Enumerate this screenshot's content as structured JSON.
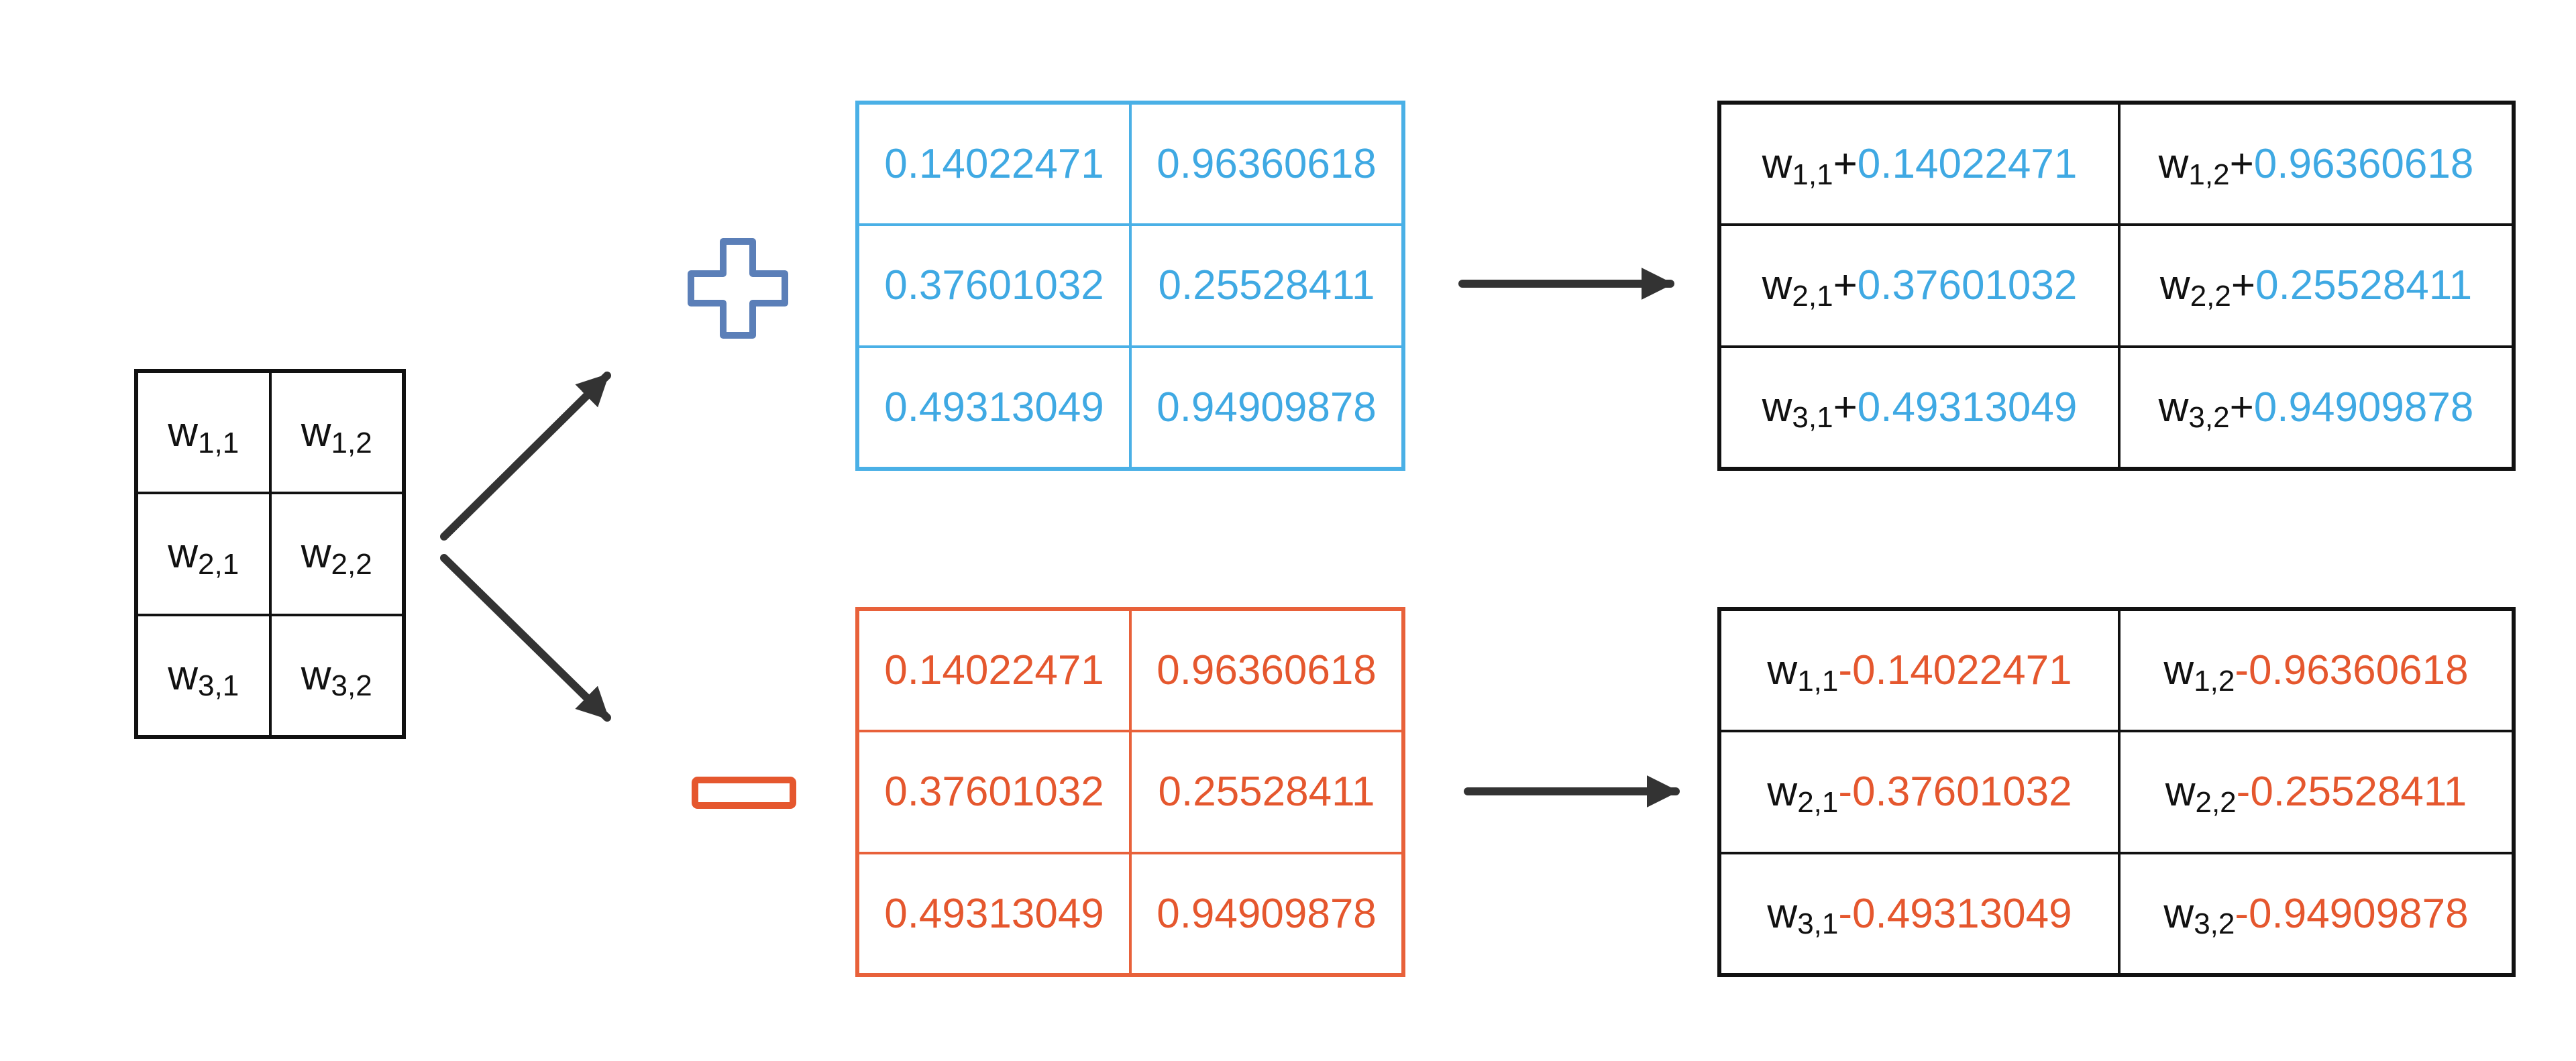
{
  "weights": {
    "symbol": "w",
    "cells": [
      [
        {
          "sub": "1,1"
        },
        {
          "sub": "1,2"
        }
      ],
      [
        {
          "sub": "2,1"
        },
        {
          "sub": "2,2"
        }
      ],
      [
        {
          "sub": "3,1"
        },
        {
          "sub": "3,2"
        }
      ]
    ]
  },
  "noise": [
    [
      "0.14022471",
      "0.96360618"
    ],
    [
      "0.37601032",
      "0.25528411"
    ],
    [
      "0.49313049",
      "0.94909878"
    ]
  ],
  "operators": {
    "plus_text": "+",
    "minus_text": "-"
  },
  "colors": {
    "plus": "#3fa9e3",
    "plus_symbol": "#5b7fb8",
    "minus": "#e5572e",
    "ink": "#111111",
    "arrow": "#333333"
  },
  "icons": {
    "plus": "plus-sign-icon",
    "minus": "minus-sign-icon",
    "arrows": "arrow-right-icon"
  }
}
